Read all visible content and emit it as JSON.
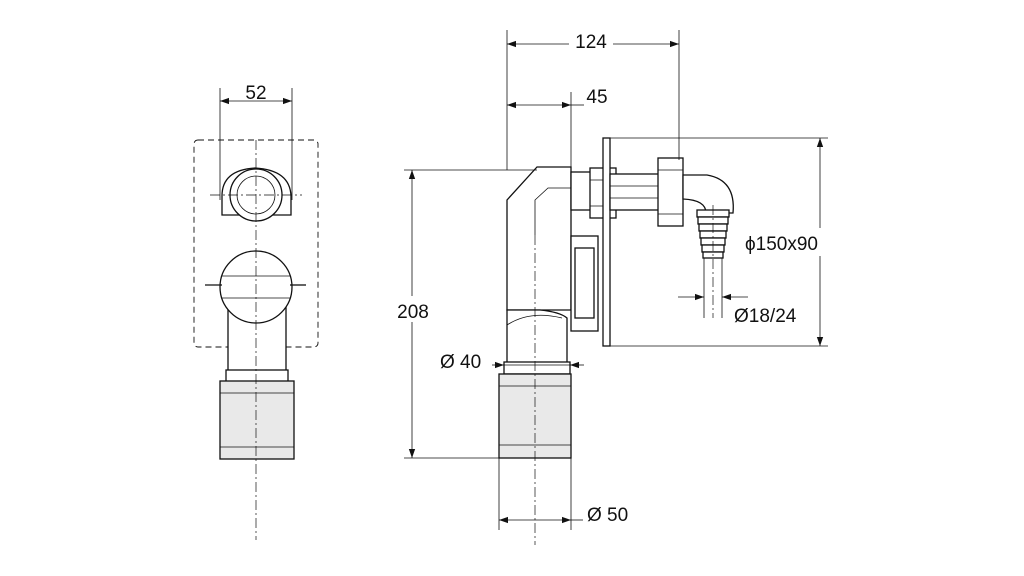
{
  "dimensions": {
    "front_width": "52",
    "overall_depth": "124",
    "body_depth": "45",
    "height": "208",
    "inlet_diameter": "Ø 40",
    "outlet_diameter": "Ø 50",
    "plate_size": "ϕ150x90",
    "hose_diameter": "Ø18/24"
  },
  "colors": {
    "line": "#111111",
    "background": "#ffffff"
  }
}
